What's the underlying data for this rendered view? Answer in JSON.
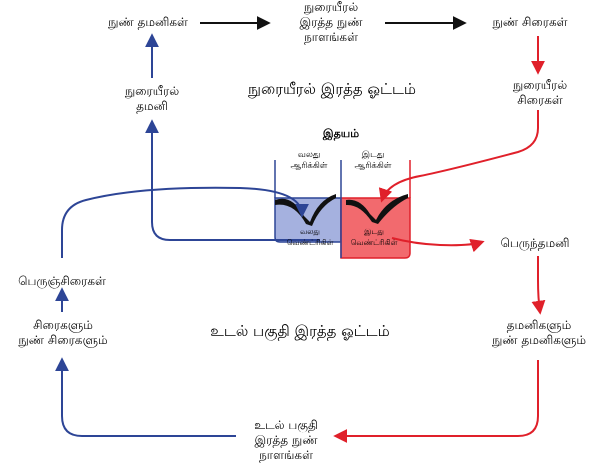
{
  "colors": {
    "pulmonary_vein_red": "#e0202a",
    "systemic_vein_blue": "#2d4596",
    "pulmonary_artery_blue": "#2d4596",
    "artery_red": "#e0202a",
    "right_heart_fill": "#a5b1df",
    "left_heart_fill": "#f26a6e",
    "valve": "#111111"
  },
  "labels": {
    "capillary_arteries_top": "நுண் தமனிகள்",
    "lung_capillaries": [
      "நுரையீரல்",
      "இரத்த நுண்",
      "நாளங்கள்"
    ],
    "capillary_veins_top": "நுண் சிரைகள்",
    "pulmonary_vein": [
      "நுரையீரல்",
      "சிரைகள்"
    ],
    "pulmonary_artery": [
      "நுரையீரல்",
      "தமனி"
    ],
    "pulmonary_circulation": "நுரையீரல் இரத்த ஓட்டம்",
    "heart": "இதயம்",
    "right_atrium": [
      "வலது",
      "ஆரிக்கிள்"
    ],
    "left_atrium": [
      "இடது",
      "ஆரிக்கிள்"
    ],
    "right_ventricle": [
      "வலது",
      "வெண்ட்ரிகிள்"
    ],
    "left_ventricle": [
      "இடது",
      "வெண்ட்ரிகிள்"
    ],
    "aorta": "பெருந்தமனி",
    "vena_cava": "பெருஞ்சிரைகள்",
    "veins_venules": [
      "சிரைகளும்",
      "நுண் சிரைகளும்"
    ],
    "systemic_circulation": "உடல் பகுதி இரத்த ஓட்டம்",
    "arteries_arterioles": [
      "தமனிகளும்",
      "நுண் தமனிகளும்"
    ],
    "body_capillaries": [
      "உடல் பகுதி",
      "இரத்த நுண்",
      "நாளங்கள்"
    ]
  }
}
